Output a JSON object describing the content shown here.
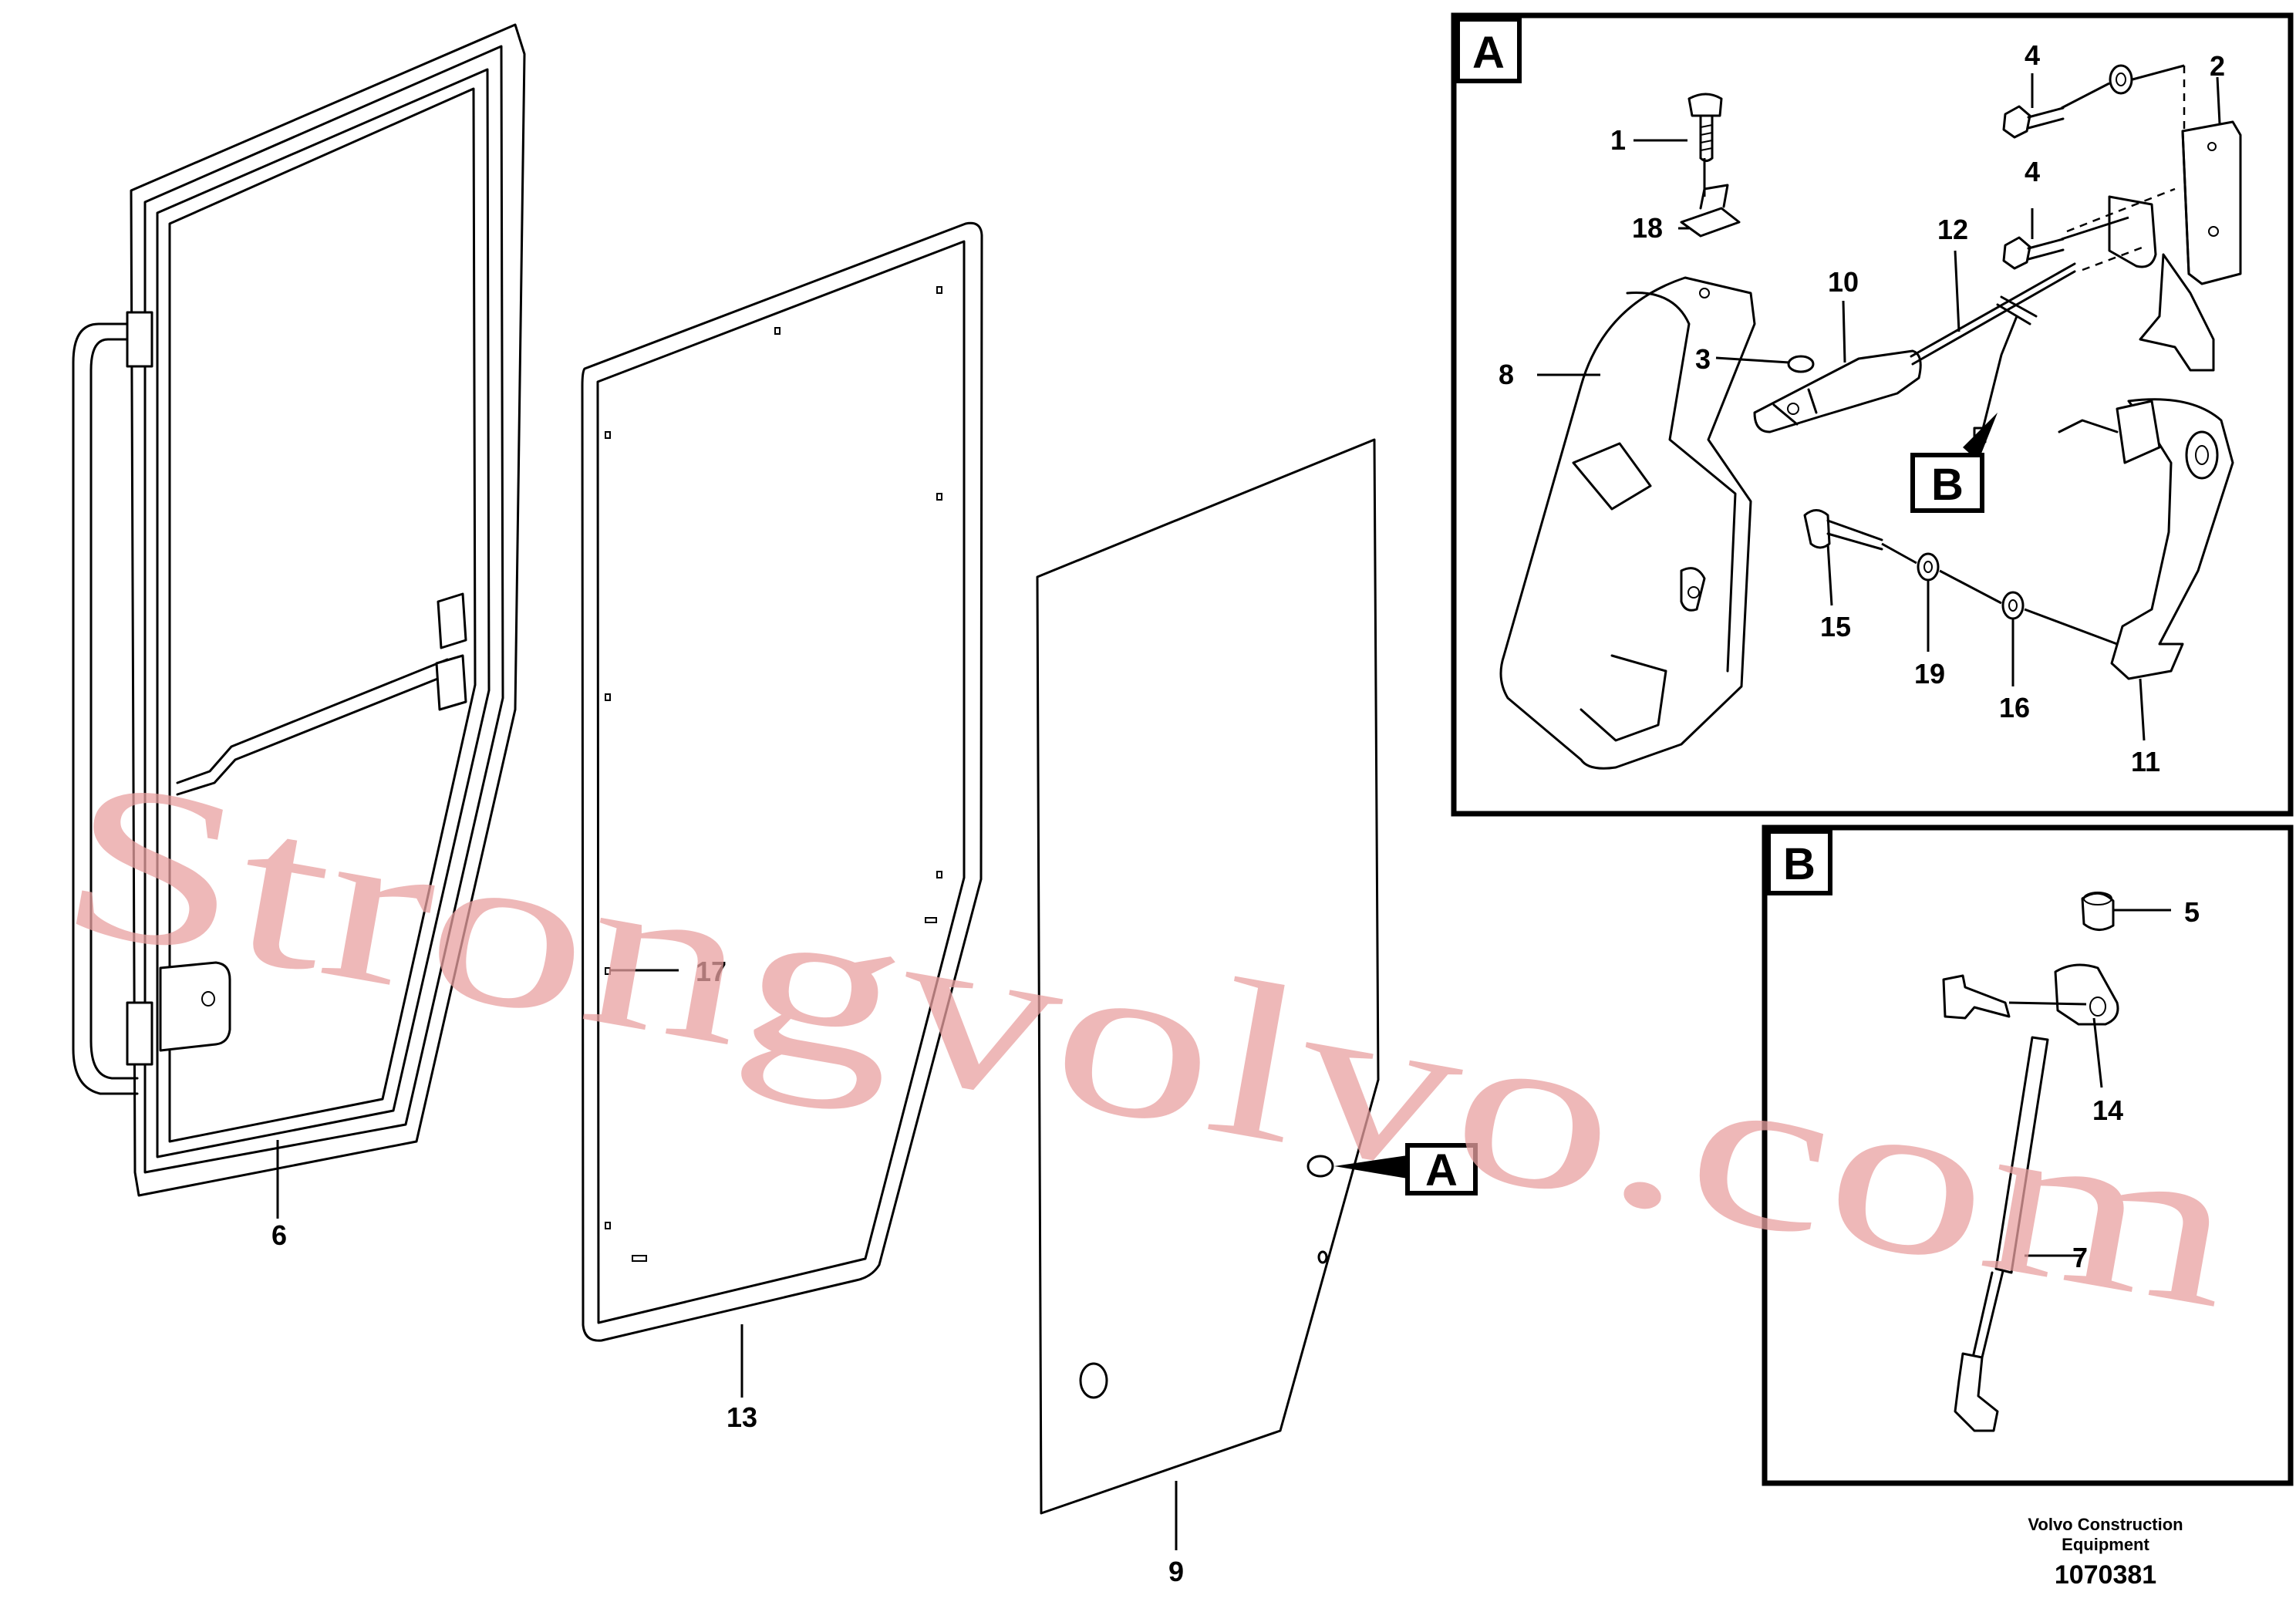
{
  "detail_views": {
    "a": {
      "label": "A"
    },
    "b": {
      "label": "B"
    }
  },
  "pointer_labels": {
    "a": "A",
    "b": "B"
  },
  "callouts": {
    "c1": "1",
    "c2": "2",
    "c3": "3",
    "c4a": "4",
    "c4b": "4",
    "c5": "5",
    "c6": "6",
    "c7": "7",
    "c8": "8",
    "c9": "9",
    "c10": "10",
    "c11": "11",
    "c12": "12",
    "c13": "13",
    "c14": "14",
    "c15": "15",
    "c16": "16",
    "c17": "17",
    "c18": "18",
    "c19": "19"
  },
  "watermark": "Strongvolvo.com",
  "footer": {
    "line1": "Volvo Construction",
    "line2": "Equipment",
    "diagram_number": "1070381"
  }
}
